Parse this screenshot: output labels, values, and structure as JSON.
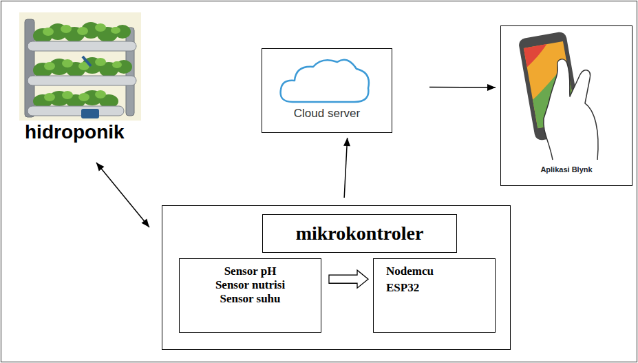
{
  "diagram": {
    "nodes": [
      {
        "text": [
          "hidroponik"
        ]
      },
      {
        "text": [
          "Cloud server"
        ]
      },
      {
        "text": [
          "Aplikasi Blynk"
        ]
      },
      {
        "text": [
          "mikrokontroler"
        ]
      },
      {
        "text": [
          "Sensor pH Sensor nutrisi Sensor suhu"
        ],
        "in": 3
      },
      {
        "text": [
          "Nodemcu ESP32"
        ],
        "in": 3
      }
    ],
    "edges": [
      {
        "from": 0,
        "to": 3,
        "arrow": "both"
      },
      {
        "from": 3,
        "to": 1,
        "arrow": "to"
      },
      {
        "from": 1,
        "to": 2,
        "arrow": "to"
      },
      {
        "from": 4,
        "to": 5,
        "arrow": "to"
      }
    ]
  }
}
